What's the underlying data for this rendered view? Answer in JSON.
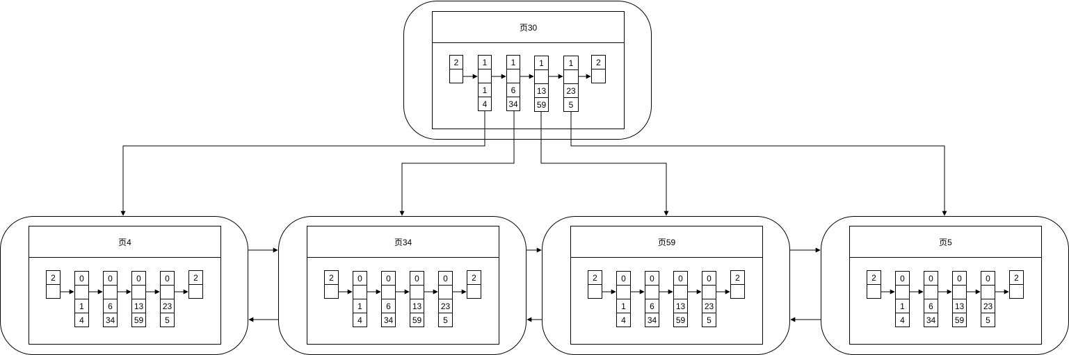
{
  "root": {
    "title": "页30",
    "records": [
      {
        "header": "2",
        "type": "infimum"
      },
      {
        "header": "1",
        "min_id": "1",
        "page_no": "4"
      },
      {
        "header": "1",
        "min_id": "6",
        "page_no": "34"
      },
      {
        "header": "1",
        "min_id": "13",
        "page_no": "59"
      },
      {
        "header": "1",
        "min_id": "23",
        "page_no": "5"
      },
      {
        "header": "2",
        "type": "supremum"
      }
    ]
  },
  "leaves": [
    {
      "title": "页4",
      "records": [
        {
          "header": "2",
          "type": "infimum"
        },
        {
          "header": "0",
          "a": "1",
          "b": "4"
        },
        {
          "header": "0",
          "a": "6",
          "b": "34"
        },
        {
          "header": "0",
          "a": "13",
          "b": "59"
        },
        {
          "header": "0",
          "a": "23",
          "b": "5"
        },
        {
          "header": "2",
          "type": "supremum"
        }
      ]
    },
    {
      "title": "页34",
      "records": [
        {
          "header": "2",
          "type": "infimum"
        },
        {
          "header": "0",
          "a": "1",
          "b": "4"
        },
        {
          "header": "0",
          "a": "6",
          "b": "34"
        },
        {
          "header": "0",
          "a": "13",
          "b": "59"
        },
        {
          "header": "0",
          "a": "23",
          "b": "5"
        },
        {
          "header": "2",
          "type": "supremum"
        }
      ]
    },
    {
      "title": "页59",
      "records": [
        {
          "header": "2",
          "type": "infimum"
        },
        {
          "header": "0",
          "a": "1",
          "b": "4"
        },
        {
          "header": "0",
          "a": "6",
          "b": "34"
        },
        {
          "header": "0",
          "a": "13",
          "b": "59"
        },
        {
          "header": "0",
          "a": "23",
          "b": "5"
        },
        {
          "header": "2",
          "type": "supremum"
        }
      ]
    },
    {
      "title": "页5",
      "records": [
        {
          "header": "2",
          "type": "infimum"
        },
        {
          "header": "0",
          "a": "1",
          "b": "4"
        },
        {
          "header": "0",
          "a": "6",
          "b": "34"
        },
        {
          "header": "0",
          "a": "13",
          "b": "59"
        },
        {
          "header": "0",
          "a": "23",
          "b": "5"
        },
        {
          "header": "2",
          "type": "supremum"
        }
      ]
    }
  ]
}
